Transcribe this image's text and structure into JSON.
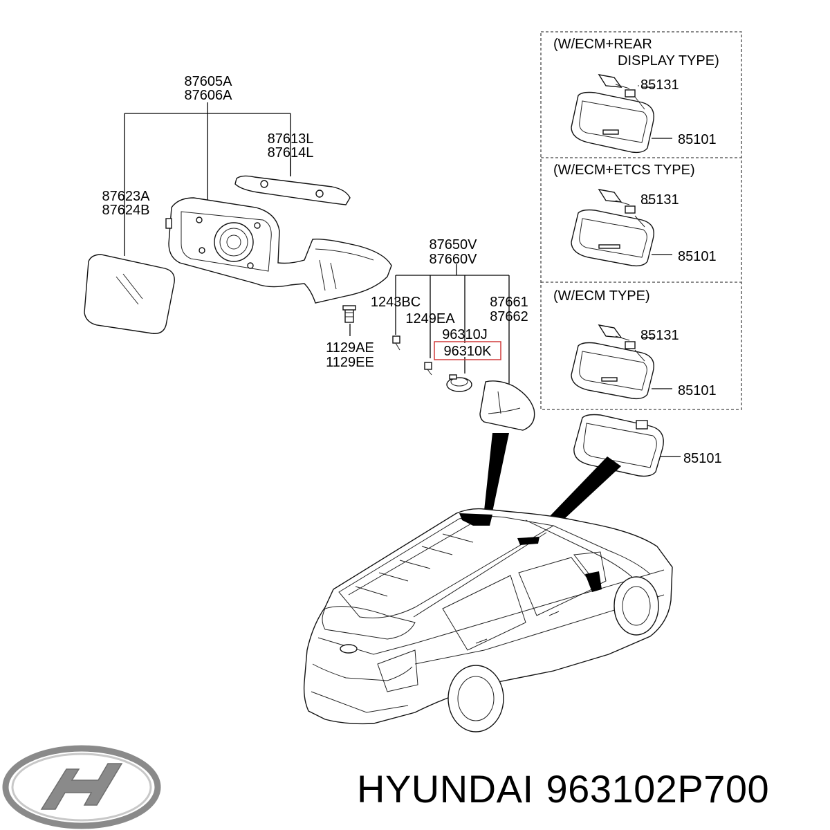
{
  "labels": {
    "mirror_assembly_1": "87605A",
    "mirror_assembly_2": "87606A",
    "cover_1": "87613L",
    "cover_2": "87614L",
    "glass_1": "87623A",
    "glass_2": "87624B",
    "screw_1": "1129AE",
    "screw_2": "1129EE",
    "inside_mirror_1": "87650V",
    "inside_mirror_2": "87660V",
    "screw_a": "1243BC",
    "screw_b": "1249EA",
    "sensor_1": "96310J",
    "sensor_2": "96310K",
    "cover_a": "87661",
    "cover_b": "87662",
    "rear_mirror": "85101"
  },
  "variants": [
    {
      "title_line1": "(W/ECM+REAR",
      "title_line2": "DISPLAY TYPE)",
      "part_top": "85131",
      "part_bottom": "85101"
    },
    {
      "title_line1": "(W/ECM+ETCS TYPE)",
      "title_line2": "",
      "part_top": "85131",
      "part_bottom": "85101"
    },
    {
      "title_line1": "(W/ECM TYPE)",
      "title_line2": "",
      "part_top": "85131",
      "part_bottom": "85101"
    }
  ],
  "footer": {
    "brand": "HYUNDAI",
    "part_number": "963102P700"
  },
  "colors": {
    "highlight": "#d03a3a",
    "logo": "#8a8a8a"
  },
  "logo_icon": "hyundai-logo-icon"
}
